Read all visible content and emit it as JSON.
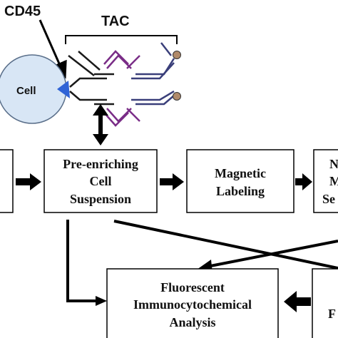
{
  "labels": {
    "cd45": "CD45",
    "tac": "TAC",
    "cell": "Cell"
  },
  "boxes": {
    "pre_enriching": [
      "Pre-enriching",
      "Cell",
      "Suspension"
    ],
    "magnetic": [
      "Magnetic",
      "Labeling"
    ],
    "right_partial": [
      "N",
      "M",
      "Se"
    ],
    "fluorescent": [
      "Fluorescent",
      "Immunocytochemical",
      "Analysis"
    ],
    "bottom_right_partial": [
      "F"
    ]
  },
  "colors": {
    "cell_fill": "#d8e6f5",
    "cd45_marker": "#2f63d6",
    "antibody_black": "#1a1a1a",
    "antibody_purple": "#7a2d87",
    "antibody_navy": "#3a3f7a",
    "bead": "#b08a6a",
    "arrow": "#000000"
  }
}
